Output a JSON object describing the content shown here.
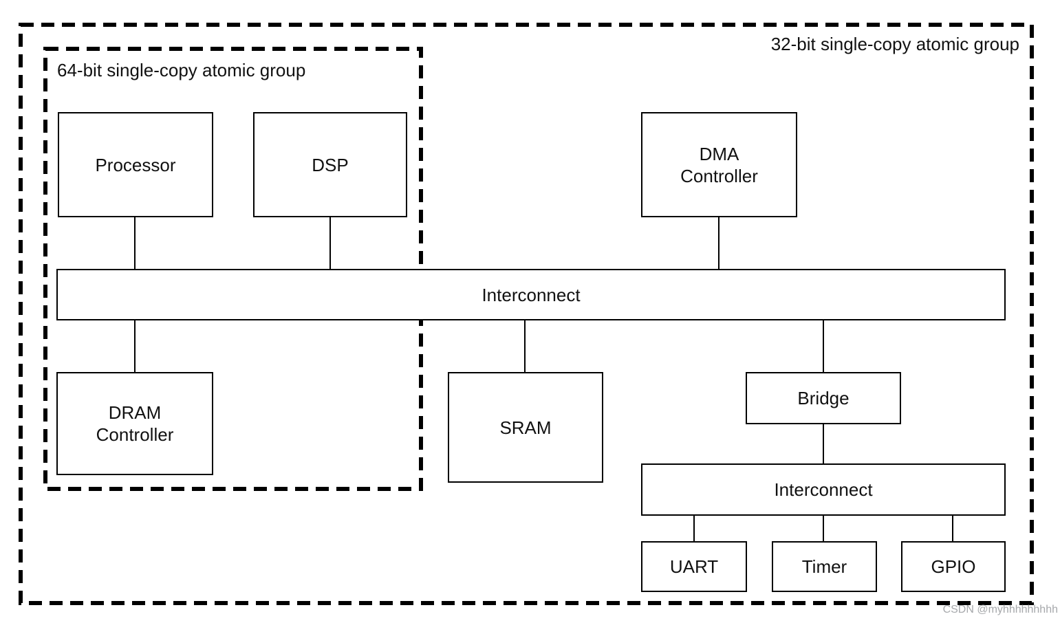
{
  "diagram": {
    "groups": {
      "outer": {
        "label": "32-bit single-copy atomic group"
      },
      "inner": {
        "label": "64-bit single-copy atomic group"
      }
    },
    "nodes": {
      "processor": {
        "label": "Processor"
      },
      "dsp": {
        "label": "DSP"
      },
      "dma": {
        "line1": "DMA",
        "line2": "Controller"
      },
      "interconnect1": {
        "label": "Interconnect"
      },
      "dram": {
        "line1": "DRAM",
        "line2": "Controller"
      },
      "sram": {
        "label": "SRAM"
      },
      "bridge": {
        "label": "Bridge"
      },
      "interconnect2": {
        "label": "Interconnect"
      },
      "uart": {
        "label": "UART"
      },
      "timer": {
        "label": "Timer"
      },
      "gpio": {
        "label": "GPIO"
      }
    },
    "connections": [
      {
        "from": "processor",
        "to": "interconnect1"
      },
      {
        "from": "dsp",
        "to": "interconnect1"
      },
      {
        "from": "dma",
        "to": "interconnect1"
      },
      {
        "from": "interconnect1",
        "to": "dram"
      },
      {
        "from": "interconnect1",
        "to": "sram"
      },
      {
        "from": "interconnect1",
        "to": "bridge"
      },
      {
        "from": "bridge",
        "to": "interconnect2"
      },
      {
        "from": "interconnect2",
        "to": "uart"
      },
      {
        "from": "interconnect2",
        "to": "timer"
      },
      {
        "from": "interconnect2",
        "to": "gpio"
      }
    ],
    "watermark": "CSDN @myhhhhhhhhh",
    "colors": {
      "line": "#000000",
      "background": "#ffffff",
      "text": "#111111",
      "watermark": "#9ea1a4"
    }
  }
}
